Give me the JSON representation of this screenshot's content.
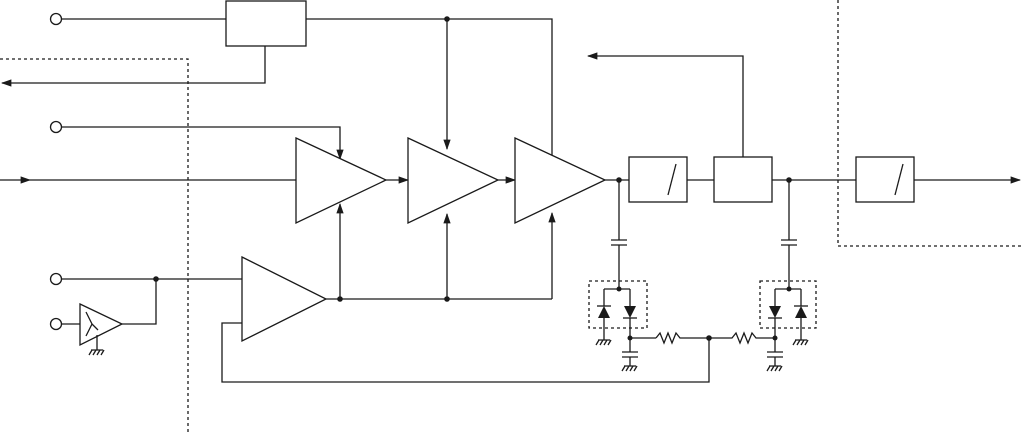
{
  "diagram": {
    "type": "rf-amplifier-block-diagram",
    "components": {
      "amplifier_stages": 3,
      "control_amplifier": 1,
      "buffer_amplifier": 1,
      "filters": 2,
      "coupler": 1,
      "diode_detectors": 2,
      "resistors": 2,
      "coupling_capacitors": 2,
      "bypass_capacitors": 2,
      "input_terminals": 4
    },
    "icons": [
      "circle-terminal",
      "triangle-amplifier",
      "rect-block",
      "diode-symbol",
      "resistor-zigzag",
      "capacitor-symbol",
      "ground-symbol",
      "arrowhead"
    ],
    "colors": {
      "line": "#1a1a1a",
      "background": "#ffffff"
    }
  }
}
